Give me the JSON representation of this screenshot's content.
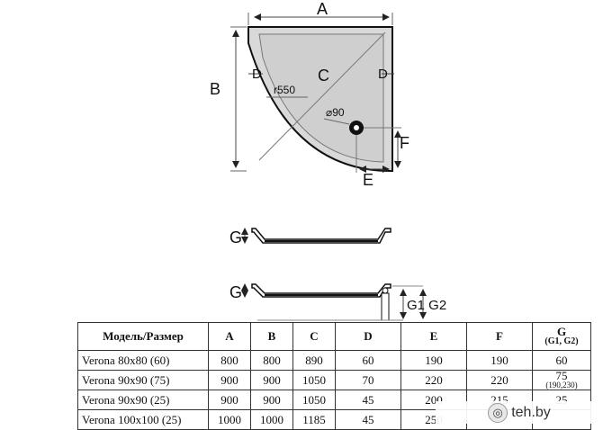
{
  "labels": {
    "a": "A",
    "b": "B",
    "c": "C",
    "d_left": "D",
    "d_right": "D",
    "e": "E",
    "f": "F",
    "radius": "r550",
    "drain": "⌀90",
    "g_side1": "G",
    "g_side2": "G",
    "g1g2": "G1 G2"
  },
  "table": {
    "headers": [
      "Модель/Размер",
      "A",
      "B",
      "C",
      "D",
      "E",
      "F",
      "G"
    ],
    "g_sub": "(G1, G2)",
    "rows": [
      {
        "model": "Verona 80x80 (60)",
        "a": "800",
        "b": "800",
        "c": "890",
        "d": "60",
        "e": "190",
        "f": "190",
        "g": "60",
        "g_sub": ""
      },
      {
        "model": "Verona 90x90 (75)",
        "a": "900",
        "b": "900",
        "c": "1050",
        "d": "70",
        "e": "220",
        "f": "220",
        "g": "75",
        "g_sub": "(190,230)"
      },
      {
        "model": "Verona 90x90 (25)",
        "a": "900",
        "b": "900",
        "c": "1050",
        "d": "45",
        "e": "200",
        "f": "215",
        "g": "25",
        "g_sub": ""
      },
      {
        "model": "Verona 100x100 (25)",
        "a": "1000",
        "b": "1000",
        "c": "1185",
        "d": "45",
        "e": "250",
        "f": "",
        "g": "",
        "g_sub": ""
      }
    ]
  },
  "watermark": {
    "text": "teh.by",
    "icon": "globe-logo-icon"
  }
}
